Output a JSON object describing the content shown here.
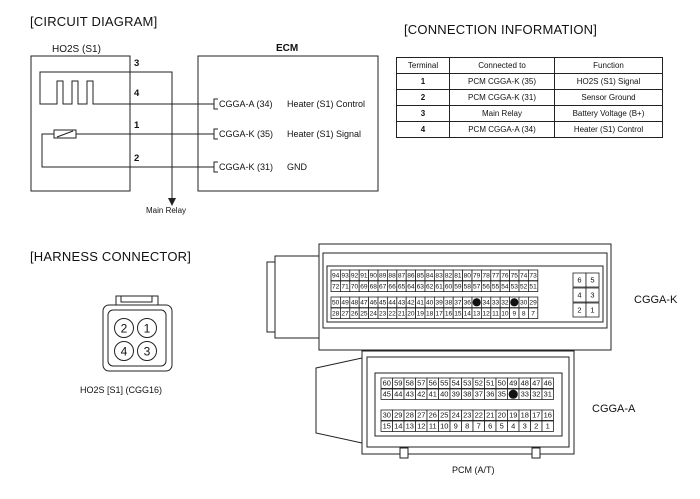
{
  "circuit": {
    "title": "[CIRCUIT DIAGRAM]",
    "sensor_label": "HO2S (S1)",
    "ecm_label": "ECM",
    "pins": [
      "3",
      "4",
      "1",
      "2"
    ],
    "ecm_lines": [
      {
        "code": "CGGA-A (34)",
        "desc": "Heater (S1) Control"
      },
      {
        "code": "CGGA-K (35)",
        "desc": "Heater (S1) Signal"
      },
      {
        "code": "CGGA-K (31)",
        "desc": "GND"
      }
    ],
    "main_relay": "Main Relay"
  },
  "connection": {
    "title": "[CONNECTION INFORMATION]",
    "headers": [
      "Terminal",
      "Connected to",
      "Function"
    ],
    "rows": [
      [
        "1",
        "PCM CGGA-K (35)",
        "HO2S (S1) Signal"
      ],
      [
        "2",
        "PCM CGGA-K (31)",
        "Sensor Ground"
      ],
      [
        "3",
        "Main Relay",
        "Battery Voltage (B+)"
      ],
      [
        "4",
        "PCM CGGA-A (34)",
        "Heater (S1) Control"
      ]
    ]
  },
  "harness": {
    "title": "[HARNESS CONNECTOR]",
    "sensor_caption": "HO2S [S1] (CGG16)",
    "sensor_pins": [
      "2",
      "1",
      "4",
      "3"
    ],
    "cgga_k_label": "CGGA-K",
    "cgga_a_label": "CGGA-A",
    "pcm_label": "PCM (A/T)",
    "cgga_k": {
      "row1": [
        "94",
        "93",
        "92",
        "91",
        "90",
        "89",
        "88",
        "87",
        "86",
        "85",
        "84",
        "83",
        "82",
        "81",
        "80",
        "79",
        "78",
        "77",
        "76",
        "75",
        "74",
        "73"
      ],
      "row2": [
        "72",
        "71",
        "70",
        "69",
        "68",
        "67",
        "66",
        "65",
        "64",
        "63",
        "62",
        "61",
        "60",
        "59",
        "58",
        "57",
        "56",
        "55",
        "54",
        "53",
        "52",
        "51"
      ],
      "row3": [
        "50",
        "49",
        "48",
        "47",
        "46",
        "45",
        "44",
        "43",
        "42",
        "41",
        "40",
        "39",
        "38",
        "37",
        "36",
        "●",
        "34",
        "33",
        "32",
        "●",
        "30",
        "29"
      ],
      "row4": [
        "28",
        "27",
        "26",
        "25",
        "24",
        "23",
        "22",
        "21",
        "20",
        "19",
        "18",
        "17",
        "16",
        "15",
        "14",
        "13",
        "12",
        "11",
        "10",
        "9",
        "8",
        "7"
      ],
      "side": [
        [
          "6",
          "5"
        ],
        [
          "4",
          "3"
        ],
        [
          "2",
          "1"
        ]
      ]
    },
    "cgga_a": {
      "row1": [
        "60",
        "59",
        "58",
        "57",
        "56",
        "55",
        "54",
        "53",
        "52",
        "51",
        "50",
        "49",
        "48",
        "47",
        "46"
      ],
      "row2": [
        "45",
        "44",
        "43",
        "42",
        "41",
        "40",
        "39",
        "38",
        "37",
        "36",
        "35",
        "●",
        "33",
        "32",
        "31"
      ],
      "row3": [
        "30",
        "29",
        "28",
        "27",
        "26",
        "25",
        "24",
        "23",
        "22",
        "21",
        "20",
        "19",
        "18",
        "17",
        "16"
      ],
      "row4": [
        "15",
        "14",
        "13",
        "12",
        "11",
        "10",
        "9",
        "8",
        "7",
        "6",
        "5",
        "4",
        "3",
        "2",
        "1"
      ]
    }
  }
}
